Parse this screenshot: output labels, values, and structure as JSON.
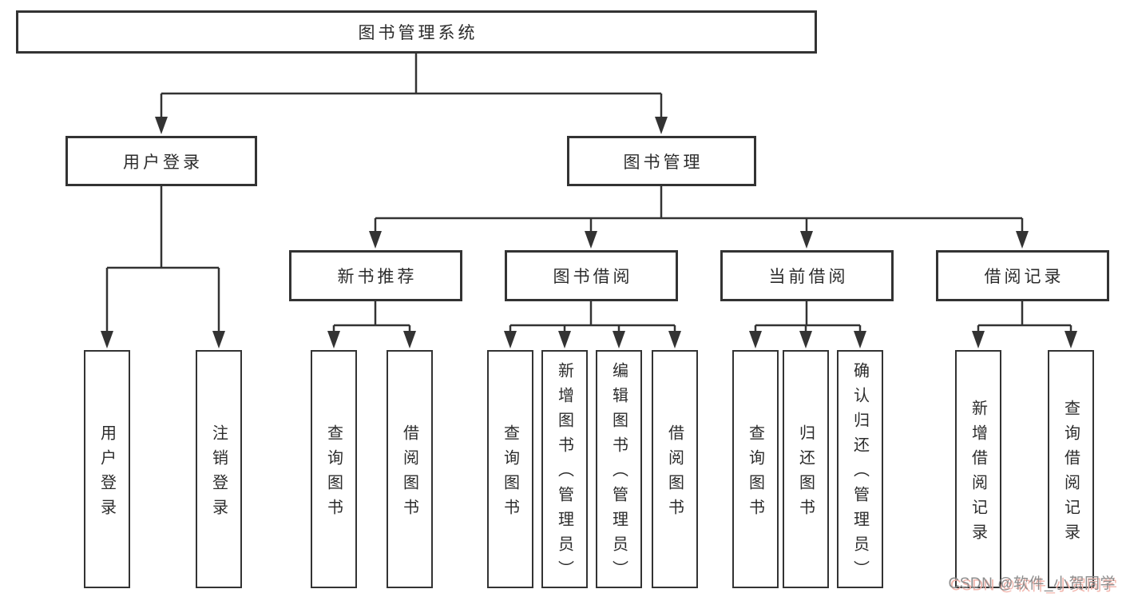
{
  "diagram": {
    "line_color": "#333333",
    "ink_color": "#2c2c2c",
    "background": "#ffffff"
  },
  "tree": {
    "root": {
      "label": "图书管理系统"
    },
    "branches": [
      {
        "label": "用户登录",
        "children": [
          {
            "label": "用户登录"
          },
          {
            "label": "注销登录"
          }
        ]
      },
      {
        "label": "图书管理",
        "children": [
          {
            "label": "新书推荐",
            "children": [
              {
                "label": "查询图书"
              },
              {
                "label": "借阅图书"
              }
            ]
          },
          {
            "label": "图书借阅",
            "children": [
              {
                "label": "查询图书"
              },
              {
                "label": "新增图书（管理员）"
              },
              {
                "label": "编辑图书（管理员）"
              },
              {
                "label": "借阅图书"
              }
            ]
          },
          {
            "label": "当前借阅",
            "children": [
              {
                "label": "查询图书"
              },
              {
                "label": "归还图书"
              },
              {
                "label": "确认归还（管理员）"
              }
            ]
          },
          {
            "label": "借阅记录",
            "children": [
              {
                "label": "新增借阅记录"
              },
              {
                "label": "查询借阅记录"
              }
            ]
          }
        ]
      }
    ]
  },
  "watermark": {
    "text": "CSDN @软件_小贺同学",
    "color": "#8d8d8d",
    "shadow_color": "#f2b4ab"
  }
}
